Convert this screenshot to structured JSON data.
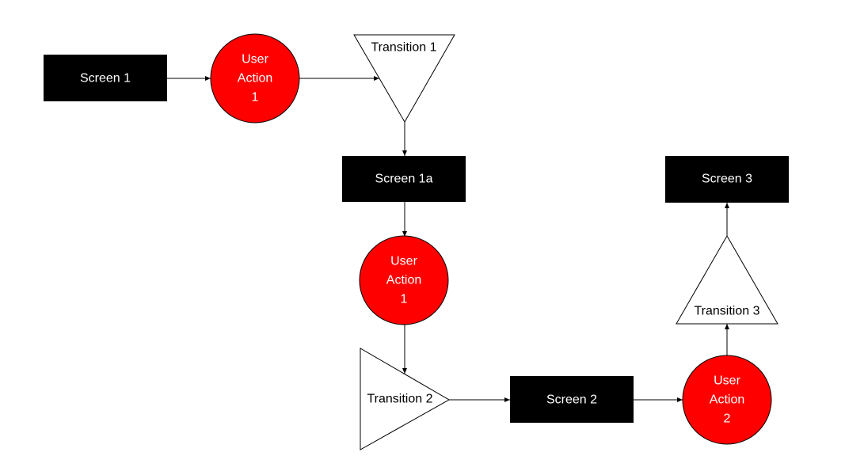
{
  "colors": {
    "screen_fill": "#000000",
    "action_fill": "#ff0000",
    "transition_fill": "#ffffff",
    "edge": "#000000"
  },
  "nodes": {
    "screen1": {
      "kind": "screen",
      "lines": [
        "Screen 1"
      ]
    },
    "action1": {
      "kind": "user-action",
      "lines": [
        "User",
        "Action",
        "1"
      ]
    },
    "transition1": {
      "kind": "transition",
      "lines": [
        "Transition 1"
      ]
    },
    "screen1a": {
      "kind": "screen",
      "lines": [
        "Screen 1a"
      ]
    },
    "action1b": {
      "kind": "user-action",
      "lines": [
        "User",
        "Action",
        "1"
      ]
    },
    "transition2": {
      "kind": "transition",
      "lines": [
        "Transition 2"
      ]
    },
    "screen2": {
      "kind": "screen",
      "lines": [
        "Screen 2"
      ]
    },
    "action2": {
      "kind": "user-action",
      "lines": [
        "User",
        "Action",
        "2"
      ]
    },
    "transition3": {
      "kind": "transition",
      "lines": [
        "Transition 3"
      ]
    },
    "screen3": {
      "kind": "screen",
      "lines": [
        "Screen 3"
      ]
    }
  },
  "edges": [
    {
      "from": "screen1",
      "to": "action1"
    },
    {
      "from": "action1",
      "to": "transition1"
    },
    {
      "from": "transition1",
      "to": "screen1a"
    },
    {
      "from": "screen1a",
      "to": "action1b"
    },
    {
      "from": "action1b",
      "to": "transition2"
    },
    {
      "from": "transition2",
      "to": "screen2"
    },
    {
      "from": "screen2",
      "to": "action2"
    },
    {
      "from": "action2",
      "to": "transition3"
    },
    {
      "from": "transition3",
      "to": "screen3"
    }
  ]
}
